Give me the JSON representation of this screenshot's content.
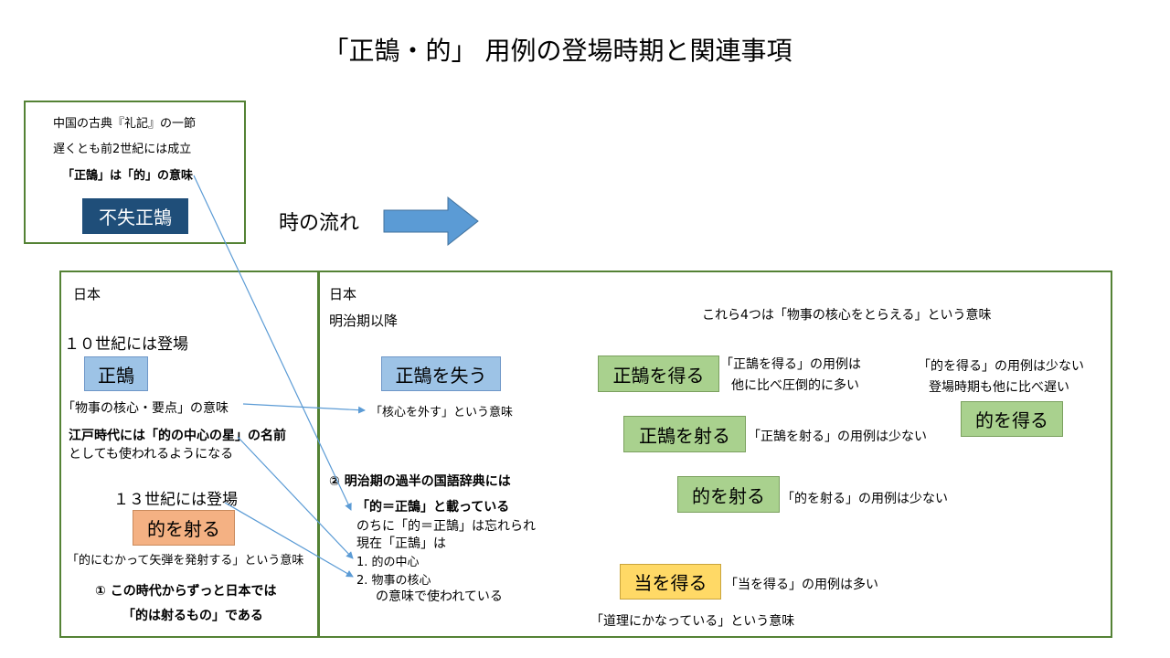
{
  "title": "「正鵠・的」 用例の登場時期と関連事項",
  "china_box": {
    "line1": "中国の古典『礼記』の一節",
    "line2": "遅くとも前2世紀には成立",
    "line3": "「正鵠」は「的」の意味",
    "keyword": "不失正鵠"
  },
  "time_flow": {
    "label": "時の流れ"
  },
  "left_panel": {
    "heading": "日本",
    "c10": "１０世紀には登場",
    "seikoku": "正鵠",
    "seikoku_meaning": "「物事の核心・要点」の意味",
    "edo_line1": "江戸時代には「的の中心の星」の名前",
    "edo_line2": "としても使われるようになる",
    "c13": "１３世紀には登場",
    "mato_iru": "的を射る",
    "mato_meaning": "「的にむかって矢弾を発射する」という意味",
    "note1_line1": "①  この時代からずっと日本では",
    "note1_line2": "「的は射るもの」である"
  },
  "right_panel": {
    "heading": "日本",
    "meiji": "明治期以降",
    "four_meaning": "これら4つは「物事の核心をとらえる」という意味",
    "ushinau": "正鵠を失う",
    "ushinau_meaning": "「核心を外す」という意味",
    "eru": "正鵠を得る",
    "eru_note1": "「正鵠を得る」の用例は",
    "eru_note2": "他に比べ圧倒的に多い",
    "mato_eru_note1": "「的を得る」の用例は少ない",
    "mato_eru_note2": "登場時期も他に比べ遅い",
    "mato_eru": "的を得る",
    "iru": "正鵠を射る",
    "iru_note": "「正鵠を射る」の用例は少ない",
    "mato_iru": "的を射る",
    "mato_iru_note": "「的を射る」の用例は少ない",
    "note2_line1": "②  明治期の過半の国語辞典には",
    "note2_line2": "「的＝正鵠」と載っている",
    "note2_line3": "のちに「的＝正鵠」は忘れられ",
    "note2_line4": "現在「正鵠」は",
    "note2_item1": "1. 的の中心",
    "note2_item2": "2. 物事の核心",
    "note2_line5": "の意味で使われている",
    "ataru": "当を得る",
    "ataru_note": "「当を得る」の用例は多い",
    "ataru_meaning": "「道理にかなっている」という意味"
  },
  "colors": {
    "border": "#548235",
    "arrow": "#5b9bd5",
    "navy": "#1f4e79",
    "light_blue": "#9dc3e6",
    "green": "#a9d18e",
    "orange": "#f4b183",
    "yellow": "#ffd966"
  }
}
